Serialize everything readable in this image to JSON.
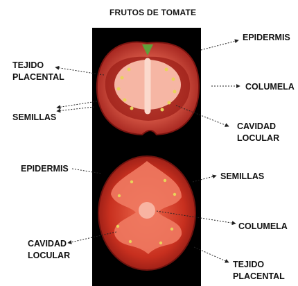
{
  "title": "FRUTOS DE TOMATE",
  "top_fruit": {
    "labels": {
      "epidermis": "EPIDERMIS",
      "tejido_placental": [
        "TEJIDO",
        "PLACENTAL"
      ],
      "columela": "COLUMELA",
      "semillas": "SEMILLAS",
      "cavidad_locular": [
        "CAVIDAD",
        "LOCULAR"
      ]
    }
  },
  "bottom_fruit": {
    "labels": {
      "epidermis": "EPIDERMIS",
      "semillas": "SEMILLAS",
      "columela": "COLUMELA",
      "cavidad_locular": [
        "CAVIDAD",
        "LOCULAR"
      ],
      "tejido_placental": [
        "TEJIDO",
        "PLACENTAL"
      ]
    }
  },
  "colors": {
    "background": "#000000",
    "flesh": "#b3261e",
    "inner": "#e0523c",
    "placenta": "#f08a78",
    "seed": "#e8d45a",
    "arrow": "#222222"
  }
}
